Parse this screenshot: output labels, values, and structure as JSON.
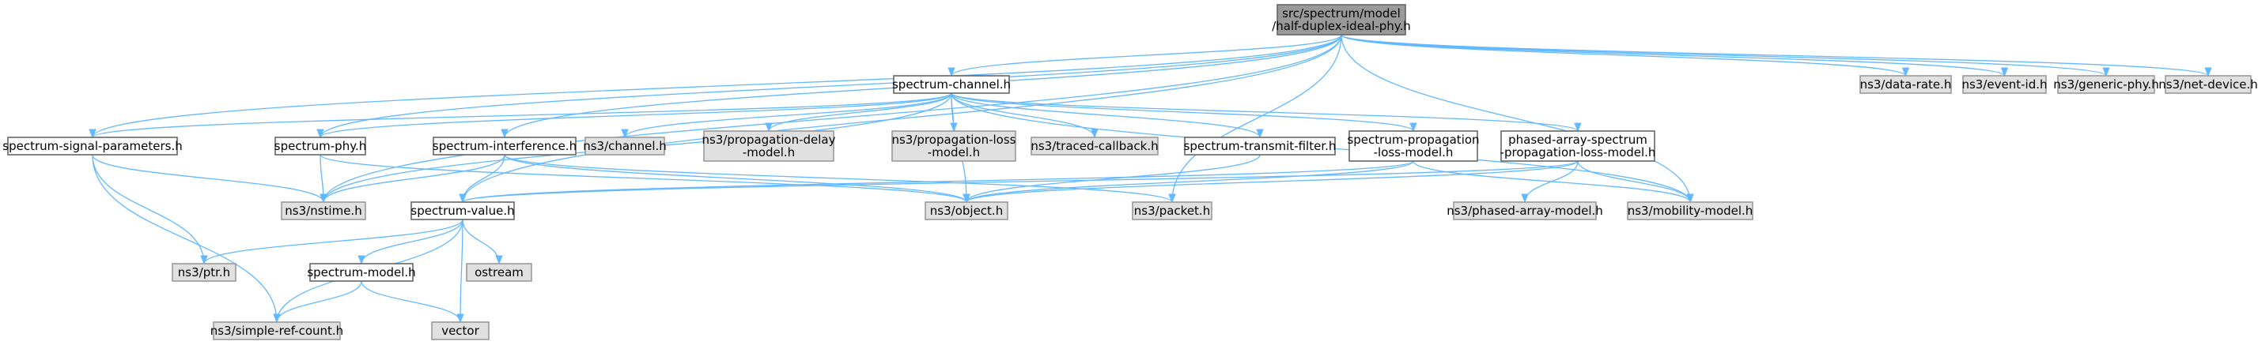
{
  "colors": {
    "edge": "#63b8ff",
    "root_fill": "#999999",
    "root_stroke": "#666666",
    "doc_fill": "#ffffff",
    "doc_stroke": "#666666",
    "ext_fill": "#e0e0e0",
    "ext_stroke": "#999999"
  },
  "nodes": [
    {
      "id": "root",
      "lines": [
        "src/spectrum/model",
        "/half-duplex-ideal-phy.h"
      ],
      "kind": "root"
    },
    {
      "id": "spectrum_channel",
      "lines": [
        "spectrum-channel.h"
      ],
      "kind": "doc"
    },
    {
      "id": "data_rate",
      "lines": [
        "ns3/data-rate.h"
      ],
      "kind": "ext"
    },
    {
      "id": "event_id",
      "lines": [
        "ns3/event-id.h"
      ],
      "kind": "ext"
    },
    {
      "id": "generic_phy",
      "lines": [
        "ns3/generic-phy.h"
      ],
      "kind": "ext"
    },
    {
      "id": "net_device",
      "lines": [
        "ns3/net-device.h"
      ],
      "kind": "ext"
    },
    {
      "id": "signal_params",
      "lines": [
        "spectrum-signal-parameters.h"
      ],
      "kind": "doc"
    },
    {
      "id": "spectrum_phy",
      "lines": [
        "spectrum-phy.h"
      ],
      "kind": "doc"
    },
    {
      "id": "interference",
      "lines": [
        "spectrum-interference.h"
      ],
      "kind": "doc"
    },
    {
      "id": "channel",
      "lines": [
        "ns3/channel.h"
      ],
      "kind": "ext"
    },
    {
      "id": "prop_delay",
      "lines": [
        "ns3/propagation-delay",
        "-model.h"
      ],
      "kind": "ext"
    },
    {
      "id": "prop_loss",
      "lines": [
        "ns3/propagation-loss",
        "-model.h"
      ],
      "kind": "ext"
    },
    {
      "id": "traced_cb",
      "lines": [
        "ns3/traced-callback.h"
      ],
      "kind": "ext"
    },
    {
      "id": "tx_filter",
      "lines": [
        "spectrum-transmit-filter.h"
      ],
      "kind": "doc"
    },
    {
      "id": "sp_prop_loss",
      "lines": [
        "spectrum-propagation",
        "-loss-model.h"
      ],
      "kind": "doc"
    },
    {
      "id": "pa_prop_loss",
      "lines": [
        "phased-array-spectrum",
        "-propagation-loss-model.h"
      ],
      "kind": "doc"
    },
    {
      "id": "nstime",
      "lines": [
        "ns3/nstime.h"
      ],
      "kind": "ext"
    },
    {
      "id": "spectrum_value",
      "lines": [
        "spectrum-value.h"
      ],
      "kind": "doc"
    },
    {
      "id": "object",
      "lines": [
        "ns3/object.h"
      ],
      "kind": "ext"
    },
    {
      "id": "packet",
      "lines": [
        "ns3/packet.h"
      ],
      "kind": "ext"
    },
    {
      "id": "pa_model",
      "lines": [
        "ns3/phased-array-model.h"
      ],
      "kind": "ext"
    },
    {
      "id": "mobility",
      "lines": [
        "ns3/mobility-model.h"
      ],
      "kind": "ext"
    },
    {
      "id": "ptr",
      "lines": [
        "ns3/ptr.h"
      ],
      "kind": "ext"
    },
    {
      "id": "spectrum_model",
      "lines": [
        "spectrum-model.h"
      ],
      "kind": "doc"
    },
    {
      "id": "ostream",
      "lines": [
        "ostream"
      ],
      "kind": "ext"
    },
    {
      "id": "src",
      "lines": [
        "ns3/simple-ref-count.h"
      ],
      "kind": "ext"
    },
    {
      "id": "vector",
      "lines": [
        "vector"
      ],
      "kind": "ext"
    }
  ],
  "edges": [
    [
      "root",
      "spectrum_channel"
    ],
    [
      "root",
      "data_rate"
    ],
    [
      "root",
      "event_id"
    ],
    [
      "root",
      "generic_phy"
    ],
    [
      "root",
      "net_device"
    ],
    [
      "root",
      "signal_params"
    ],
    [
      "root",
      "spectrum_phy"
    ],
    [
      "root",
      "interference"
    ],
    [
      "root",
      "nstime"
    ],
    [
      "root",
      "spectrum_value"
    ],
    [
      "root",
      "mobility"
    ],
    [
      "root",
      "packet"
    ],
    [
      "spectrum_channel",
      "signal_params"
    ],
    [
      "spectrum_channel",
      "spectrum_phy"
    ],
    [
      "spectrum_channel",
      "channel"
    ],
    [
      "spectrum_channel",
      "prop_delay"
    ],
    [
      "spectrum_channel",
      "prop_loss"
    ],
    [
      "spectrum_channel",
      "traced_cb"
    ],
    [
      "spectrum_channel",
      "tx_filter"
    ],
    [
      "spectrum_channel",
      "sp_prop_loss"
    ],
    [
      "spectrum_channel",
      "pa_prop_loss"
    ],
    [
      "spectrum_channel",
      "nstime"
    ],
    [
      "spectrum_channel",
      "object"
    ],
    [
      "spectrum_channel",
      "mobility"
    ],
    [
      "signal_params",
      "nstime"
    ],
    [
      "signal_params",
      "ptr"
    ],
    [
      "signal_params",
      "src"
    ],
    [
      "spectrum_phy",
      "nstime"
    ],
    [
      "spectrum_phy",
      "object"
    ],
    [
      "interference",
      "spectrum_value"
    ],
    [
      "interference",
      "object"
    ],
    [
      "interference",
      "packet"
    ],
    [
      "interference",
      "nstime"
    ],
    [
      "tx_filter",
      "object"
    ],
    [
      "sp_prop_loss",
      "spectrum_value"
    ],
    [
      "sp_prop_loss",
      "object"
    ],
    [
      "sp_prop_loss",
      "mobility"
    ],
    [
      "pa_prop_loss",
      "spectrum_value"
    ],
    [
      "pa_prop_loss",
      "object"
    ],
    [
      "pa_prop_loss",
      "pa_model"
    ],
    [
      "pa_prop_loss",
      "mobility"
    ],
    [
      "spectrum_value",
      "ptr"
    ],
    [
      "spectrum_value",
      "src"
    ],
    [
      "spectrum_value",
      "spectrum_model"
    ],
    [
      "spectrum_value",
      "ostream"
    ],
    [
      "spectrum_value",
      "vector"
    ],
    [
      "spectrum_model",
      "src"
    ],
    [
      "spectrum_model",
      "vector"
    ]
  ]
}
